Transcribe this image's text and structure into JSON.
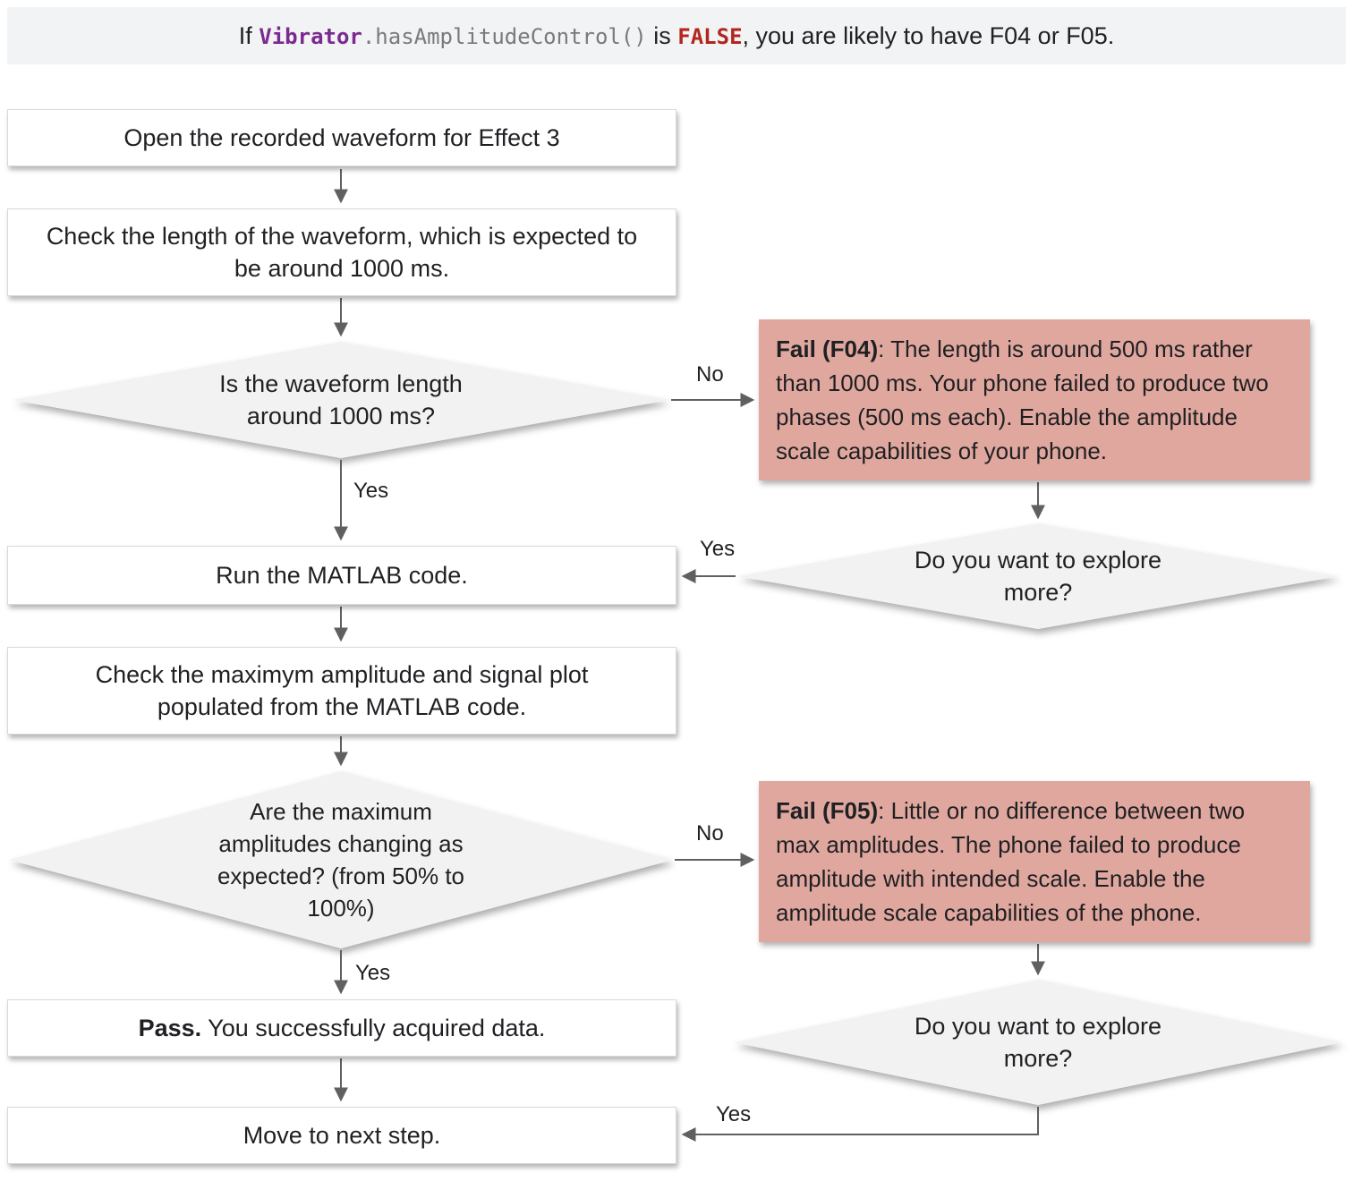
{
  "banner": {
    "prefix": "If ",
    "code_class": "Vibrator",
    "code_method": ".hasAmplitudeControl()",
    "middle": " is ",
    "code_false": "FALSE",
    "suffix": ", you are likely to have F04 or F05."
  },
  "flow": {
    "step1": "Open the recorded waveform for Effect 3",
    "step2": "Check the length of the waveform, which is expected to be around 1000 ms.",
    "decision1": "Is the waveform length around 1000 ms?",
    "step3": "Run the MATLAB code.",
    "step4": "Check the maximym amplitude and signal plot populated from the MATLAB code.",
    "decision2": "Are the maximum amplitudes changing as expected? (from 50% to 100%)",
    "pass_bold": "Pass.",
    "pass_rest": " You successfully acquired data.",
    "step5": "Move to next step."
  },
  "fail": {
    "f04_bold": "Fail (F04)",
    "f04_rest": ": The length is around 500 ms rather than 1000 ms. Your phone failed to produce two phases (500 ms each). Enable the amplitude scale capabilities of your phone.",
    "f05_bold": "Fail (F05)",
    "f05_rest": ": Little or no difference between two max amplitudes. The phone failed to produce amplitude with intended scale. Enable the amplitude scale capabilities of the phone.",
    "explore1": "Do you want to explore more?",
    "explore2": "Do you want to explore more?"
  },
  "labels": {
    "no1": "No",
    "yes1": "Yes",
    "explore_yes1": "Yes",
    "no2": "No",
    "yes2": "Yes",
    "explore_yes2": "Yes"
  },
  "colors": {
    "banner_bg": "#f1f3f4",
    "fail_bg": "#e0a79e",
    "diamond_bg": "#f2f2f2",
    "arrow": "#606060",
    "code_class": "#7b2a8f",
    "code_gray": "#7a7a7a",
    "false_red": "#b3261e",
    "text": "#1f2023"
  }
}
